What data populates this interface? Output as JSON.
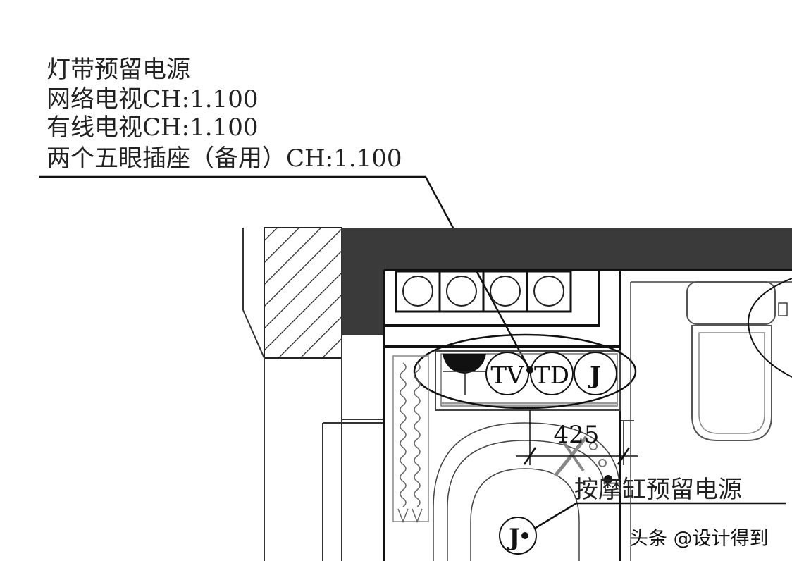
{
  "notes": {
    "line1": "灯带预留电源",
    "line2": "网络电视CH:1.100",
    "line3": "有线电视CH:1.100",
    "line4": "两个五眼插座（备用）CH:1.100"
  },
  "symbols": {
    "tv": "TV",
    "td": "TD",
    "j": "J",
    "j2": "J"
  },
  "dimension": "425",
  "tub_label": "按摩缸预留电源",
  "watermark": "头条 @设计得到"
}
